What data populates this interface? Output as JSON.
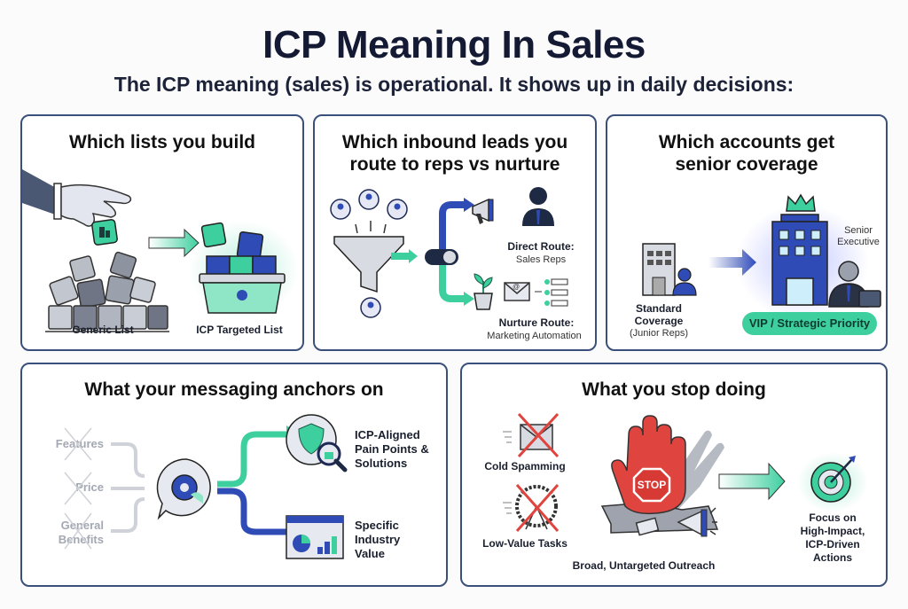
{
  "header": {
    "title": "ICP Meaning In Sales",
    "subtitle": "The ICP meaning (sales) is operational. It shows up in daily decisions:"
  },
  "colors": {
    "navy": "#141a33",
    "teal": "#3ecf9f",
    "blue": "#2f4bb5",
    "red": "#e0443f",
    "card_border": "#3a4f7a",
    "grey": "#a3a8b3"
  },
  "cards": {
    "lists": {
      "title": "Which lists you build",
      "left_label": "Generic List",
      "right_label": "ICP Targeted List",
      "icons": [
        "hand-icon",
        "building-tile-icon",
        "generic-pile-icon",
        "arrow-right-icon",
        "icp-basket-icon"
      ]
    },
    "routing": {
      "title_line1": "Which inbound leads you",
      "title_line2": "route to reps vs nurture",
      "direct_title": "Direct Route:",
      "direct_sub": "Sales Reps",
      "nurture_title": "Nurture Route:",
      "nurture_sub": "Marketing Automation",
      "icons": [
        "lead-avatar-icon",
        "funnel-icon",
        "toggle-switch-icon",
        "megaphone-icon",
        "sales-rep-icon",
        "plant-icon",
        "email-icon",
        "checklist-icon"
      ]
    },
    "coverage": {
      "title_line1": "Which accounts get",
      "title_line2": "senior coverage",
      "standard_title_1": "Standard",
      "standard_title_2": "Coverage",
      "standard_sub": "(Junior Reps)",
      "exec_label_1": "Senior",
      "exec_label_2": "Executive",
      "badge": "VIP / Strategic Priority",
      "icons": [
        "small-building-icon",
        "junior-rep-icon",
        "arrow-right-icon",
        "crown-icon",
        "large-building-icon",
        "executive-icon",
        "briefcase-icon"
      ]
    },
    "messaging": {
      "title": "What your messaging anchors on",
      "crossed_items": [
        "Features",
        "Price",
        "General",
        "Benefits"
      ],
      "top_label": [
        "ICP-Aligned",
        "Pain Points &",
        "Solutions"
      ],
      "bottom_label": [
        "Specific",
        "Industry",
        "Value"
      ],
      "icons": [
        "gear-chat-icon",
        "shield-magnifier-icon",
        "analytics-dashboard-icon"
      ]
    },
    "stop": {
      "title": "What you stop doing",
      "item1": "Cold Spamming",
      "item2": "Low-Value Tasks",
      "center_label": "Broad, Untargeted Outreach",
      "stop_sign": "STOP",
      "result_label": [
        "Focus on",
        "High-Impact,",
        "ICP-Driven",
        "Actions"
      ],
      "icons": [
        "crossed-email-icon",
        "crossed-hamster-wheel-icon",
        "stop-hand-icon",
        "crumpled-paper-icon",
        "megaphone-icon",
        "arrow-right-icon",
        "target-icon"
      ]
    }
  }
}
